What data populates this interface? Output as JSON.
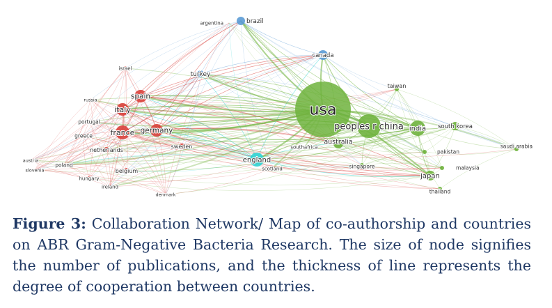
{
  "caption": {
    "label": "Figure 3:",
    "text": "Collaboration Network/ Map of co-authorship and countries on ABR Gram-Negative Bacteria Research. The size of node signifies the number of publications, and the thickness of line represents the degree of cooperation between countries."
  },
  "clusters": [
    {
      "id": "red",
      "color": "#d9403b"
    },
    {
      "id": "green",
      "color": "#6fb33d"
    },
    {
      "id": "blue",
      "color": "#5b9bd5"
    },
    {
      "id": "cyan",
      "color": "#2fd3d3"
    }
  ],
  "nodes": [
    {
      "id": "usa",
      "label": "usa",
      "cluster": "green"
    },
    {
      "id": "china",
      "label": "peoples r china",
      "cluster": "green"
    },
    {
      "id": "india",
      "label": "india",
      "cluster": "green"
    },
    {
      "id": "southkorea",
      "label": "south korea",
      "cluster": "green"
    },
    {
      "id": "taiwan",
      "label": "taiwan",
      "cluster": "green"
    },
    {
      "id": "saudiarabia",
      "label": "saudi arabia",
      "cluster": "green"
    },
    {
      "id": "pakistan",
      "label": "pakistan",
      "cluster": "green"
    },
    {
      "id": "malaysia",
      "label": "malaysia",
      "cluster": "green"
    },
    {
      "id": "japan",
      "label": "japan",
      "cluster": "green"
    },
    {
      "id": "thailand",
      "label": "thailand",
      "cluster": "green"
    },
    {
      "id": "singapore",
      "label": "singapore",
      "cluster": "green"
    },
    {
      "id": "australia",
      "label": "australia",
      "cluster": "green"
    },
    {
      "id": "southafrica",
      "label": "southafrica",
      "cluster": "green"
    },
    {
      "id": "canada",
      "label": "canada",
      "cluster": "blue"
    },
    {
      "id": "brazil",
      "label": "brazil",
      "cluster": "blue"
    },
    {
      "id": "argentina",
      "label": "argentina",
      "cluster": "blue"
    },
    {
      "id": "turkey",
      "label": "turkey",
      "cluster": "blue"
    },
    {
      "id": "england",
      "label": "england",
      "cluster": "cyan"
    },
    {
      "id": "scotland",
      "label": "scotland",
      "cluster": "cyan"
    },
    {
      "id": "spain",
      "label": "spain",
      "cluster": "red"
    },
    {
      "id": "italy",
      "label": "italy",
      "cluster": "red"
    },
    {
      "id": "france",
      "label": "france",
      "cluster": "red"
    },
    {
      "id": "germany",
      "label": "germany",
      "cluster": "red"
    },
    {
      "id": "israel",
      "label": "israel",
      "cluster": "red"
    },
    {
      "id": "russia",
      "label": "russia",
      "cluster": "red"
    },
    {
      "id": "portugal",
      "label": "portugal",
      "cluster": "red"
    },
    {
      "id": "greece",
      "label": "greece",
      "cluster": "red"
    },
    {
      "id": "netherlands",
      "label": "netherlands",
      "cluster": "red"
    },
    {
      "id": "sweden",
      "label": "sweden",
      "cluster": "red"
    },
    {
      "id": "austria",
      "label": "austria",
      "cluster": "red"
    },
    {
      "id": "slovenia",
      "label": "slovenia",
      "cluster": "red"
    },
    {
      "id": "poland",
      "label": "poland",
      "cluster": "red"
    },
    {
      "id": "belgium",
      "label": "belgium",
      "cluster": "red"
    },
    {
      "id": "hungary",
      "label": "hungary",
      "cluster": "red"
    },
    {
      "id": "ireland",
      "label": "ireland",
      "cluster": "red"
    },
    {
      "id": "denmark",
      "label": "denmark",
      "cluster": "red"
    }
  ]
}
